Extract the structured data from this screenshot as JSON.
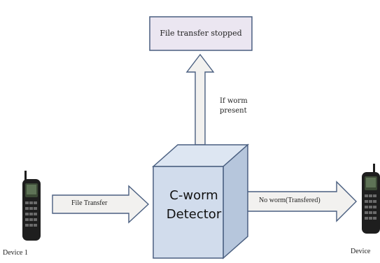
{
  "labels": {
    "stopped": "File transfer stopped",
    "worm_present_line1": "If worm",
    "worm_present_line2": "present",
    "file_transfer": "File Transfer",
    "no_worm": "No worm(Transfered)",
    "detector_line1": "C-worm",
    "detector_line2": "Detector",
    "device_left": "Device 1",
    "device_right": "Device"
  },
  "colors": {
    "detector_front": "#d1dcec",
    "detector_side": "#b6c6dc",
    "detector_top": "#dde6f2",
    "stop_box": "#ebe6f1",
    "arrow_fill": "#f2f1ef",
    "outline": "#4a5f80",
    "phone_body": "#1e1e1e"
  }
}
